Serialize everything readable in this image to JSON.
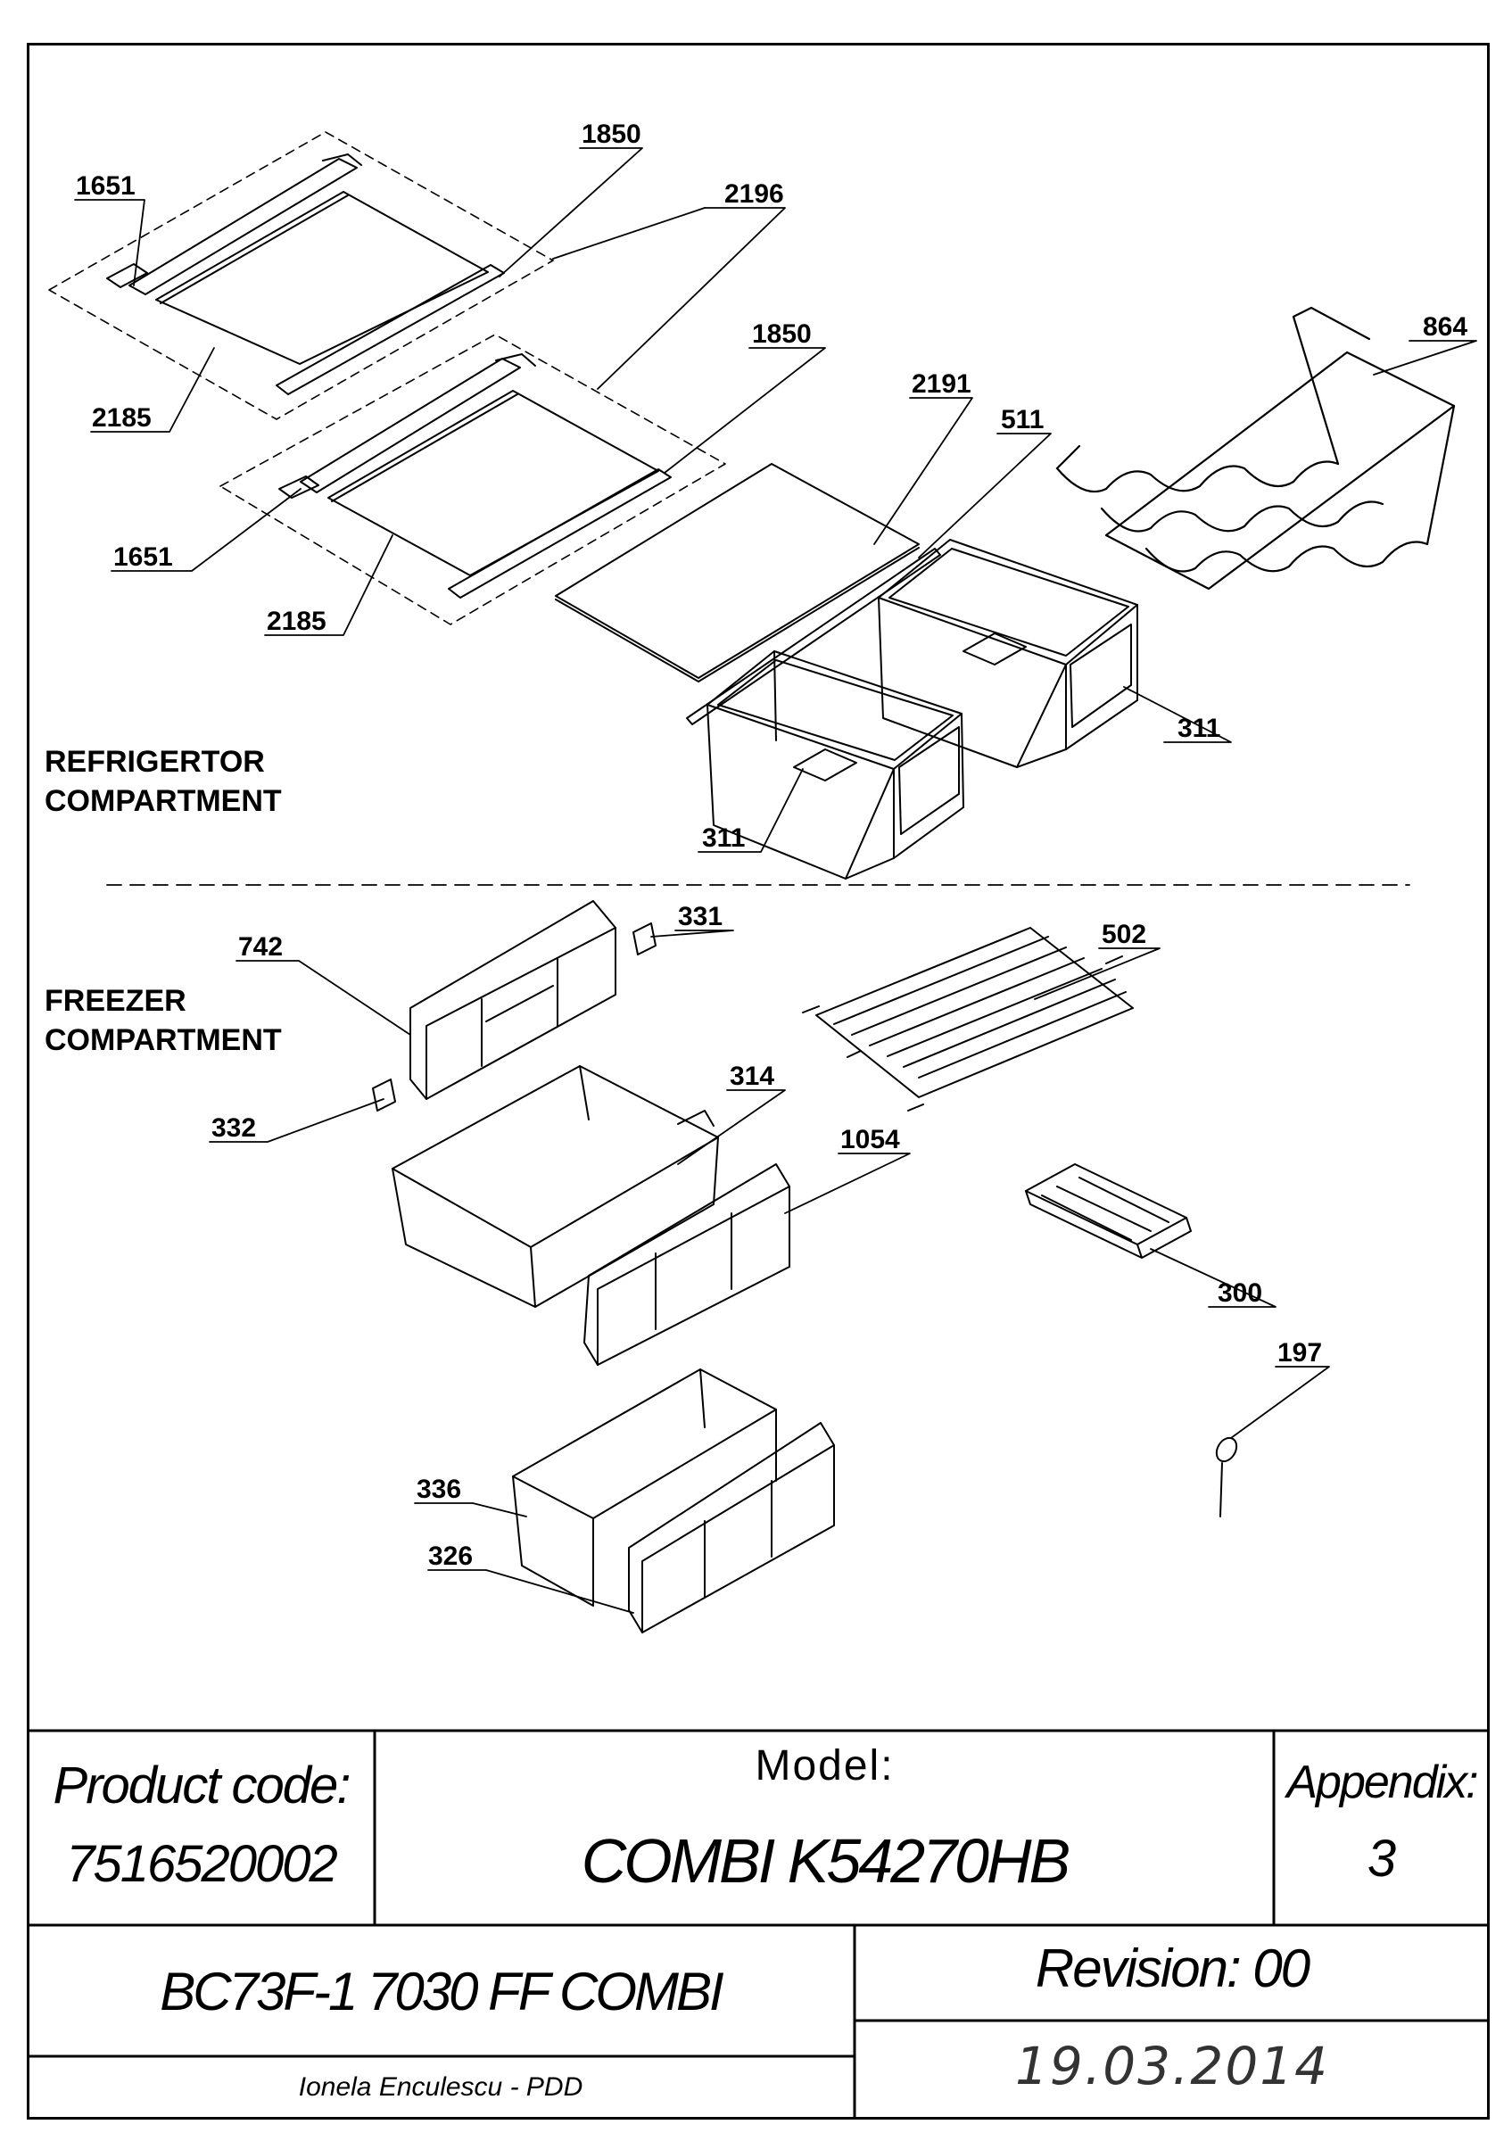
{
  "sections": {
    "refrigerator_line1": "REFRIGERTOR",
    "refrigerator_line2": "COMPARTMENT",
    "freezer_line1": "FREEZER",
    "freezer_line2": "COMPARTMENT"
  },
  "callouts": [
    {
      "id": "c1651a",
      "text": "1651"
    },
    {
      "id": "c1850a",
      "text": "1850"
    },
    {
      "id": "c2196",
      "text": "2196"
    },
    {
      "id": "c2185a",
      "text": "2185"
    },
    {
      "id": "c1850b",
      "text": "1850"
    },
    {
      "id": "c864",
      "text": "864"
    },
    {
      "id": "c2191",
      "text": "2191"
    },
    {
      "id": "c511",
      "text": "511"
    },
    {
      "id": "c1651b",
      "text": "1651"
    },
    {
      "id": "c2185b",
      "text": "2185"
    },
    {
      "id": "c311a",
      "text": "311"
    },
    {
      "id": "c311b",
      "text": "311"
    },
    {
      "id": "c742",
      "text": "742"
    },
    {
      "id": "c331",
      "text": "331"
    },
    {
      "id": "c502",
      "text": "502"
    },
    {
      "id": "c332",
      "text": "332"
    },
    {
      "id": "c314",
      "text": "314"
    },
    {
      "id": "c1054",
      "text": "1054"
    },
    {
      "id": "c300",
      "text": "300"
    },
    {
      "id": "c197",
      "text": "197"
    },
    {
      "id": "c336",
      "text": "336"
    },
    {
      "id": "c326",
      "text": "326"
    }
  ],
  "title_block": {
    "product_code_label": "Product code:",
    "product_code_value": "7516520002",
    "model_label": "Model:",
    "model_value": "COMBI K54270HB",
    "appendix_label": "Appendix:",
    "appendix_value": "3",
    "drawing_name": "BC73F-1 7030 FF COMBI",
    "revision": "Revision: 00",
    "date": "19.03.2014",
    "author": "Ionela Enculescu - PDD"
  }
}
